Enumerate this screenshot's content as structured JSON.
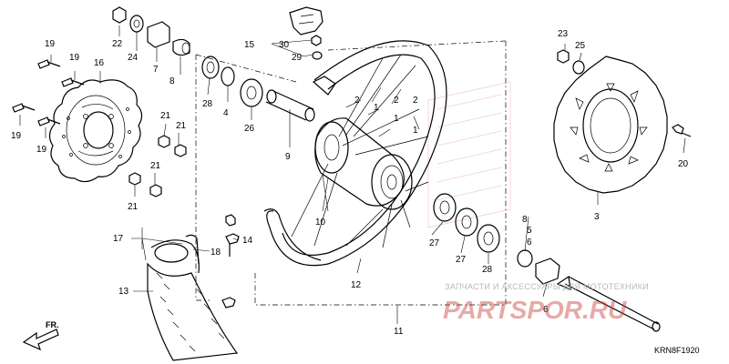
{
  "diagram": {
    "callouts": {
      "p1a": "1",
      "p1b": "1",
      "p1c": "1",
      "p2a": "2",
      "p2b": "2",
      "p2c": "2",
      "p3": "3",
      "p4": "4",
      "p5": "5",
      "p6a": "6",
      "p6b": "6",
      "p7": "7",
      "p8a": "8",
      "p8b": "8",
      "p9": "9",
      "p10": "10",
      "p11": "11",
      "p12": "12",
      "p13": "13",
      "p14": "14",
      "p15": "15",
      "p16": "16",
      "p17": "17",
      "p18": "18",
      "p19a": "19",
      "p19b": "19",
      "p19c": "19",
      "p19d": "19",
      "p20": "20",
      "p21a": "21",
      "p21b": "21",
      "p21c": "21",
      "p21d": "21",
      "p22": "22",
      "p23": "23",
      "p24": "24",
      "p25": "25",
      "p26": "26",
      "p27a": "27",
      "p27b": "27",
      "p28a": "28",
      "p28b": "28",
      "p29": "29",
      "p30": "30"
    },
    "direction_label": "FR.",
    "diagram_code": "KRN8F1920"
  },
  "watermark": {
    "tagline": "ЗАПЧАСТИ И АКСЕССУАРЫ ДЛЯ МОТОТЕХНИКИ",
    "brand": "PARTSPOR.RU",
    "brand_color": "#c9413c"
  }
}
